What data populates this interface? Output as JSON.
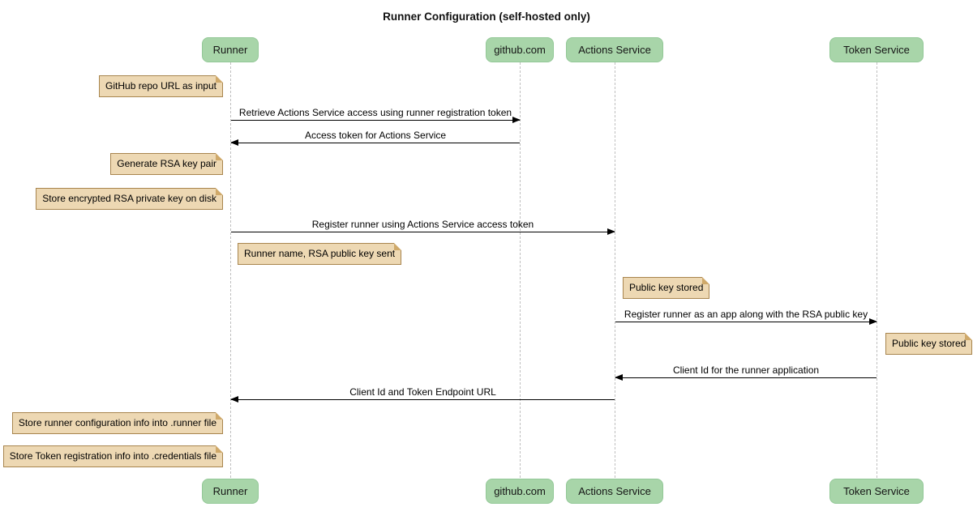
{
  "title": "Runner Configuration (self-hosted only)",
  "diagram": {
    "type": "sequence",
    "colors": {
      "participant_fill": "#a8d5a9",
      "note_fill": "#edd8b3",
      "note_border": "#a8854e",
      "lifeline": "#bfbfbf",
      "arrow": "#000000",
      "background": "#ffffff"
    },
    "participants": [
      {
        "name": "Runner"
      },
      {
        "name": "github.com"
      },
      {
        "name": "Actions Service"
      },
      {
        "name": "Token Service"
      }
    ],
    "messages": [
      {
        "from": "Runner",
        "to": "github.com",
        "label": "Retrieve Actions Service access using runner registration token"
      },
      {
        "from": "github.com",
        "to": "Runner",
        "label": "Access token for Actions Service"
      },
      {
        "from": "Runner",
        "to": "Actions Service",
        "label": "Register runner using Actions Service access token"
      },
      {
        "from": "Actions Service",
        "to": "Token Service",
        "label": "Register runner as an app along with the RSA public key"
      },
      {
        "from": "Token Service",
        "to": "Actions Service",
        "label": "Client Id for the runner application"
      },
      {
        "from": "Actions Service",
        "to": "Runner",
        "label": "Client Id and Token Endpoint URL"
      }
    ],
    "notes": [
      {
        "side": "left of",
        "anchor": "Runner",
        "text": "GitHub repo URL as input"
      },
      {
        "side": "left of",
        "anchor": "Runner",
        "text": "Generate RSA key pair"
      },
      {
        "side": "left of",
        "anchor": "Runner",
        "text": "Store encrypted RSA private key on disk"
      },
      {
        "side": "right of",
        "anchor": "Runner",
        "text": "Runner name, RSA public key sent"
      },
      {
        "side": "right of",
        "anchor": "Actions Service",
        "text": "Public key stored"
      },
      {
        "side": "right of",
        "anchor": "Token Service",
        "text": "Public key stored"
      },
      {
        "side": "left of",
        "anchor": "Runner",
        "text": "Store runner configuration info into .runner file"
      },
      {
        "side": "left of",
        "anchor": "Runner",
        "text": "Store Token registration info into .credentials file"
      }
    ]
  }
}
